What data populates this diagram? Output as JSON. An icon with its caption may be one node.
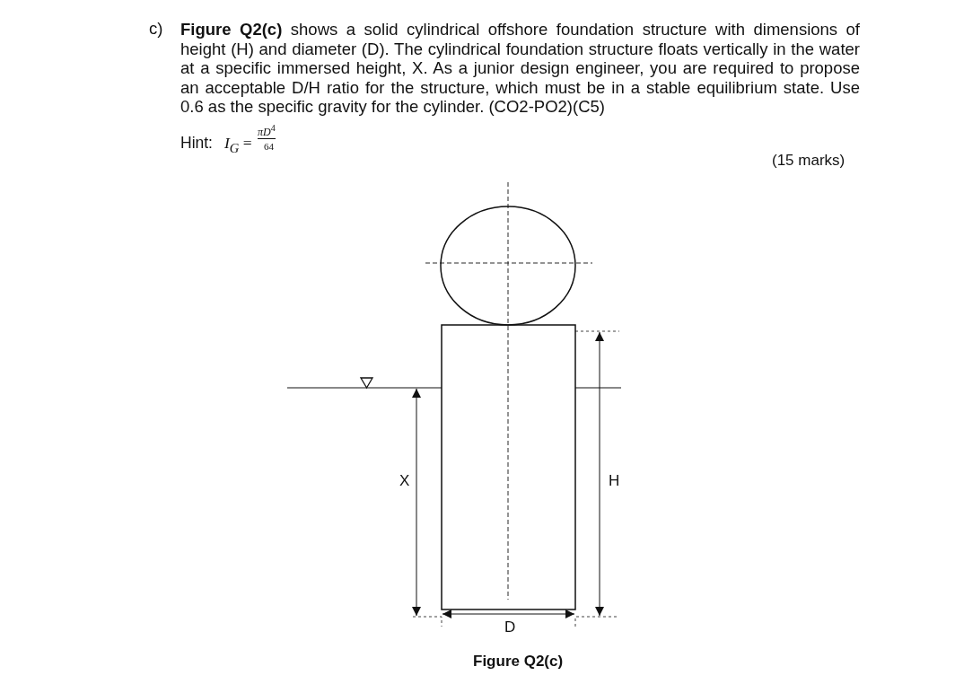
{
  "diagram": {
    "caption": "Figure Q2(c)",
    "labels": [
      "c)",
      "**Figure Q2(c)** shows a solid cylindrical offshore foundation structure with dimensions of height (H) and diameter (D). The cylindrical foundation structure floats vertically in the water at a specific immersed height, X. As a junior design engineer, you are required to propose an acceptable D/H ratio for the structure, which must be in a stable equilibrium state. Use 0.6 as the specific gravity for the cylinder. (CO2-PO2)(C5)",
      "Hint:",
      "*I*$_{G}$ =",
      "*πD*$^{4}$",
      "64",
      "(15 marks)",
      "X",
      "H",
      "D"
    ]
  }
}
